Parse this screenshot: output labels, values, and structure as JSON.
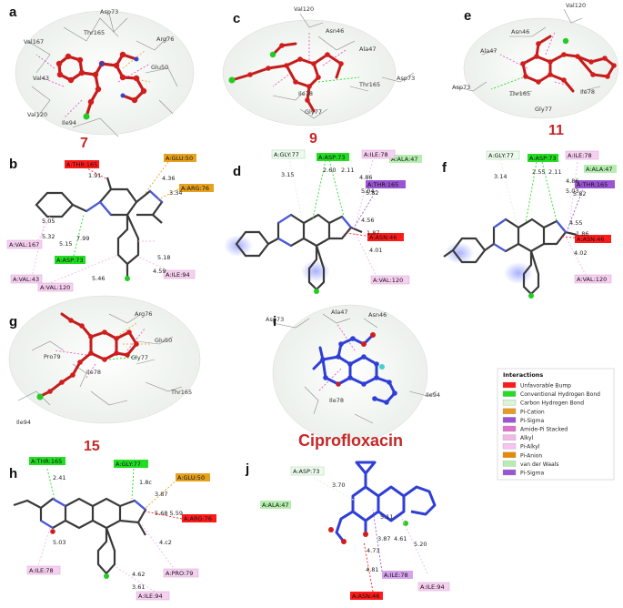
{
  "colors": {
    "unfavorable_bump": "#ff1a1a",
    "conventional_hbond": "#22dd22",
    "carbon_hbond": "#d8f5d8",
    "pi_cation": "#e69a1f",
    "pi_sigma": "#9b55d4",
    "amide_pi": "#e070c8",
    "alkyl": "#f2b8e6",
    "pi_alkyl": "#f6c4ee",
    "pi_anion": "#e68a00",
    "vdw": "#b6eeb0",
    "ligand_red": "#d31c1c",
    "ligand_blue": "#2f3fd6",
    "stick_dark": "#3a3a3a"
  },
  "panels": {
    "a": {
      "label": "a",
      "compound": "7",
      "residues": [
        "Asp73",
        "Thr165",
        "Arg76",
        "Val167",
        "Glu50",
        "Val43",
        "Val120",
        "Ile94"
      ]
    },
    "c": {
      "label": "c",
      "compound": "9",
      "residues": [
        "Val120",
        "Asn46",
        "Ala47",
        "Ile78",
        "Thr165",
        "Asp73",
        "Gly77"
      ]
    },
    "e": {
      "label": "e",
      "compound": "11",
      "residues": [
        "Val120",
        "Asn46",
        "Ala47",
        "Asp73",
        "Thr165",
        "Ile78",
        "Gly77"
      ]
    },
    "g": {
      "label": "g",
      "compound": "15",
      "residues": [
        "Arg76",
        "Glu50",
        "Pro79",
        "Gly77",
        "Ile78",
        "Thr165",
        "Ile94"
      ]
    },
    "i": {
      "label": "i",
      "compound": "Ciprofloxacin",
      "residues": [
        "Asp73",
        "Ala47",
        "Asn46",
        "Ile78",
        "Ile94"
      ]
    },
    "b": {
      "label": "b",
      "tags": [
        "A:THR:165",
        "A:GLU:50",
        "A:ARG:76",
        "A:VAL:167",
        "A:ASP:73",
        "A:VAL:43",
        "A:VAL:120",
        "A:ILE:94"
      ],
      "distances": [
        "1.91",
        "4.36",
        "3.34",
        "5.05",
        "5.32",
        "5.15",
        "7.99",
        "5.18",
        "5.46",
        "4.59"
      ]
    },
    "d": {
      "label": "d",
      "tags": [
        "A:GLY:77",
        "A:ASP:73",
        "A:ALA:47",
        "A:ILE:78",
        "A:THR:165",
        "A:ASN:46",
        "A:VAL:120"
      ],
      "distances": [
        "3.15",
        "2.60",
        "2.11",
        "4.86",
        "5.04",
        "5.82",
        "4.56",
        "1.87",
        "4.01"
      ]
    },
    "f": {
      "label": "f",
      "tags": [
        "A:GLY:77",
        "A:ASP:73",
        "A:ILE:78",
        "A:ALA:47",
        "A:THR:165",
        "A:ASN:46",
        "A:VAL:120"
      ],
      "distances": [
        "3.14",
        "2.55",
        "2.11",
        "4.86",
        "5.03",
        "5.82",
        "4.55",
        "1.86",
        "4.02"
      ]
    },
    "h": {
      "label": "h",
      "tags": [
        "A:THR:165",
        "A:GLY:77",
        "A:GLU:50",
        "A:ARG:76",
        "A:ILE:78",
        "A:PRO:79",
        "A:ILE:94"
      ],
      "distances": [
        "2.41",
        "1.8c",
        "3.87",
        "5.68 5.59",
        "5.03",
        "4.c2",
        "4.62",
        "3.61"
      ]
    },
    "j": {
      "label": "j",
      "tags": [
        "A:ASP:73",
        "A:ALA:47",
        "A:ILE:78",
        "A:ILE:94",
        "A:ASN:46"
      ],
      "distances": [
        "3.70",
        "5.11",
        "3.87",
        "4.61",
        "5.20",
        "4.73",
        "4.81"
      ]
    }
  },
  "legend": {
    "title": "Interactions",
    "items": [
      {
        "label": "Unfavorable Bump",
        "color": "#ff1a1a"
      },
      {
        "label": "Conventional Hydrogen Bond",
        "color": "#22dd22"
      },
      {
        "label": "Carbon Hydrogen Bond",
        "color": "#d8f5d8"
      },
      {
        "label": "Pi-Cation",
        "color": "#e69a1f"
      },
      {
        "label": "Pi-Sigma",
        "color": "#9b55d4"
      },
      {
        "label": "Amide-Pi Stacked",
        "color": "#e070c8"
      },
      {
        "label": "Alkyl",
        "color": "#f2b8e6"
      },
      {
        "label": "Pi-Alkyl",
        "color": "#f6c4ee"
      },
      {
        "label": "Pi-Anion",
        "color": "#e68a00"
      },
      {
        "label": "van der Waals",
        "color": "#b6eeb0"
      },
      {
        "label": "Pi-Sigma",
        "color": "#9b55d4"
      }
    ]
  }
}
